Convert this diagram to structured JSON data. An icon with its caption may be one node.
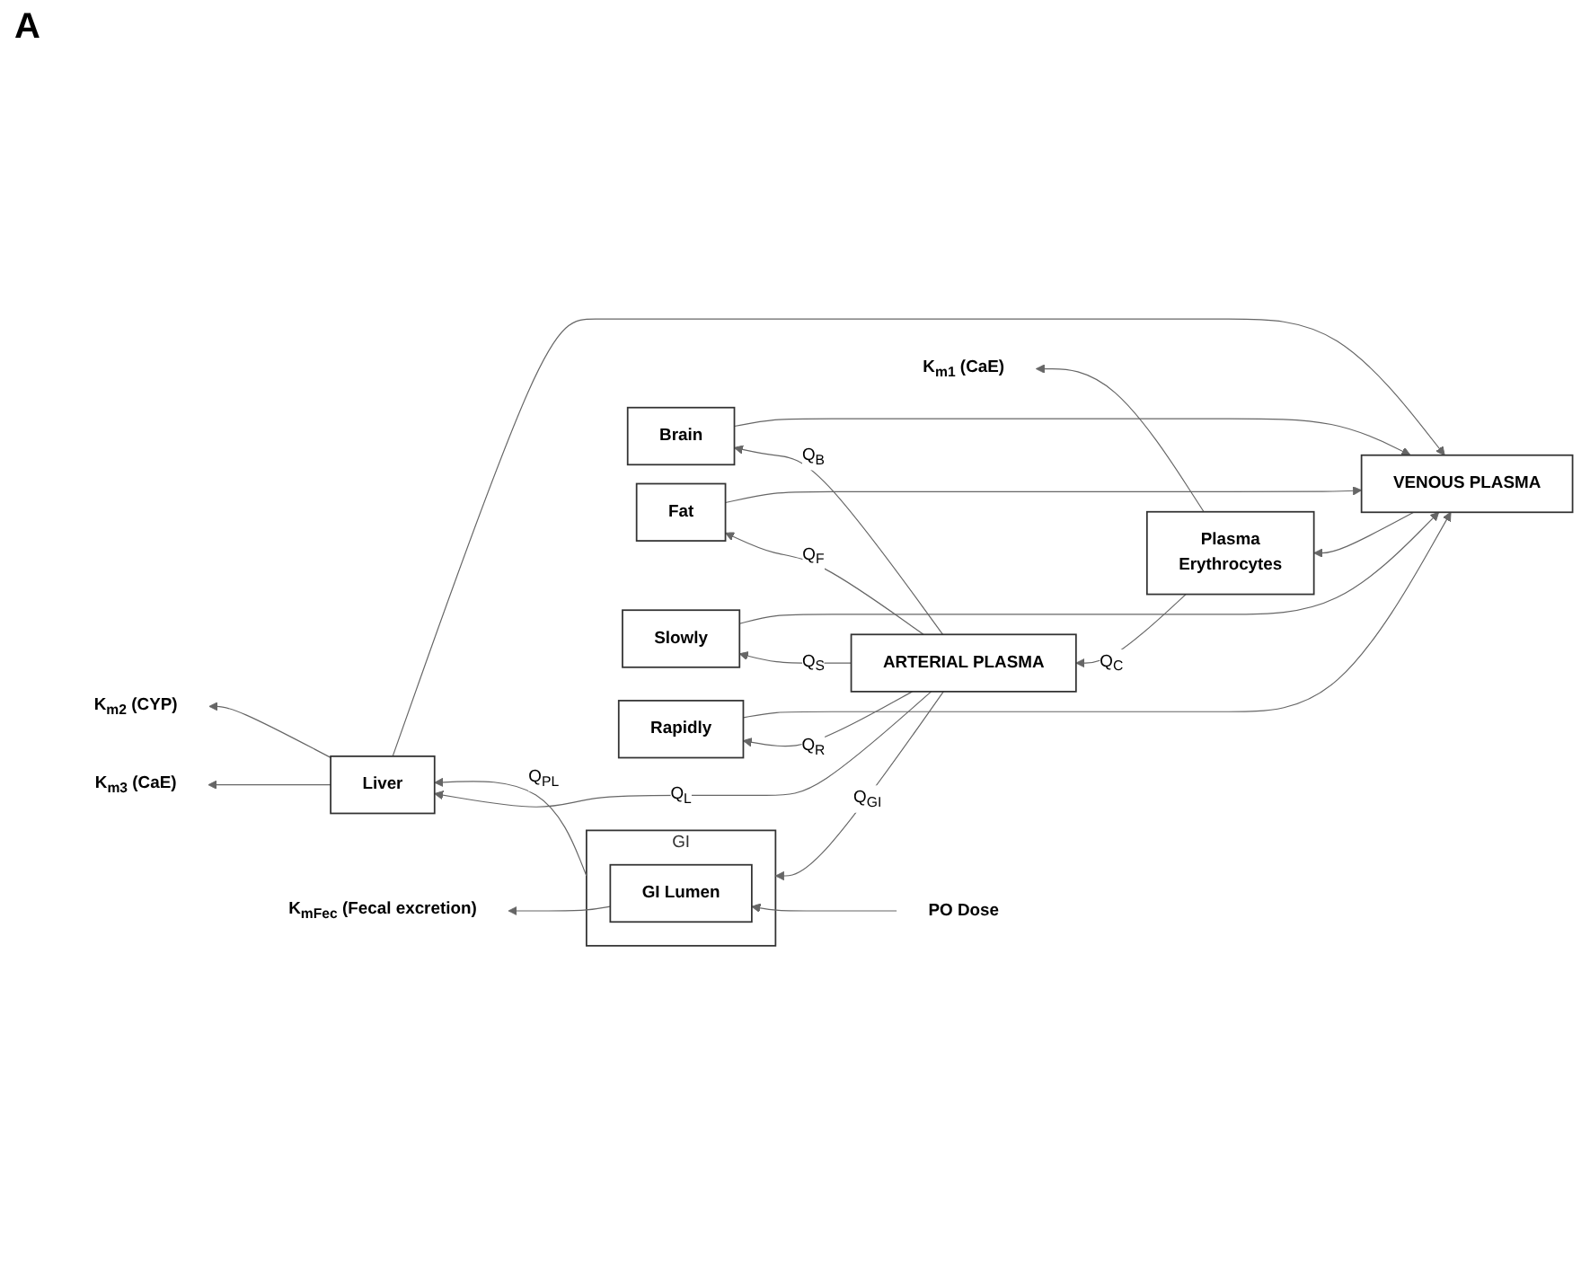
{
  "diagram": {
    "nodes": [
      {
        "text": [
          "VENOUS PLASMA"
        ]
      },
      {
        "text": [
          "ARTERIAL PLASMA"
        ]
      },
      {
        "text": [
          "Plasma",
          "Erythrocytes"
        ]
      },
      {
        "text": [
          "Brain"
        ]
      },
      {
        "text": [
          "Fat"
        ]
      },
      {
        "text": [
          "Slowly"
        ]
      },
      {
        "text": [
          "Rapidly"
        ]
      },
      {
        "text": [
          "Liver"
        ]
      },
      {
        "text": [
          "GI"
        ]
      },
      {
        "text": [
          "GI Lumen"
        ],
        "in": 8
      },
      {
        "text": [
          "K$_{m1}$ (CaE)"
        ]
      },
      {
        "text": [
          "K$_{m2}$ (CYP)"
        ]
      },
      {
        "text": [
          "K$_{m3}$ (CaE)"
        ]
      },
      {
        "text": [
          "K$_{mFec}$ (Fecal excretion)"
        ]
      },
      {
        "text": [
          "PO Dose"
        ]
      }
    ],
    "edges": [
      {
        "from": 0,
        "to": 2,
        "arrow": "to"
      },
      {
        "from": 2,
        "to": 1,
        "arrow": "to",
        "label": "Q$_{C}$"
      },
      {
        "from": 1,
        "to": 3,
        "arrow": "to",
        "label": "Q$_{B}$"
      },
      {
        "from": 3,
        "to": 0,
        "arrow": "to"
      },
      {
        "from": 1,
        "to": 4,
        "arrow": "to",
        "label": "Q$_{F}$"
      },
      {
        "from": 4,
        "to": 0,
        "arrow": "to"
      },
      {
        "from": 1,
        "to": 5,
        "arrow": "to",
        "label": "Q$_{S}$"
      },
      {
        "from": 5,
        "to": 0,
        "arrow": "to"
      },
      {
        "from": 1,
        "to": 6,
        "arrow": "to",
        "label": "Q$_{R}$"
      },
      {
        "from": 6,
        "to": 0,
        "arrow": "to"
      },
      {
        "from": 1,
        "to": 7,
        "arrow": "to",
        "label": "Q$_{L}$"
      },
      {
        "from": 1,
        "to": 8,
        "arrow": "to",
        "label": "Q$_{GI}$"
      },
      {
        "from": 8,
        "to": 7,
        "arrow": "to",
        "label": "Q$_{PL}$"
      },
      {
        "from": 7,
        "to": 0,
        "arrow": "to"
      },
      {
        "from": 2,
        "to": 10,
        "arrow": "to"
      },
      {
        "from": 7,
        "to": 11,
        "arrow": "to"
      },
      {
        "from": 7,
        "to": 12,
        "arrow": "to"
      },
      {
        "from": 9,
        "to": 13,
        "arrow": "to"
      },
      {
        "from": 14,
        "to": 9,
        "arrow": "to"
      }
    ],
    "labels": [
      "A"
    ]
  }
}
